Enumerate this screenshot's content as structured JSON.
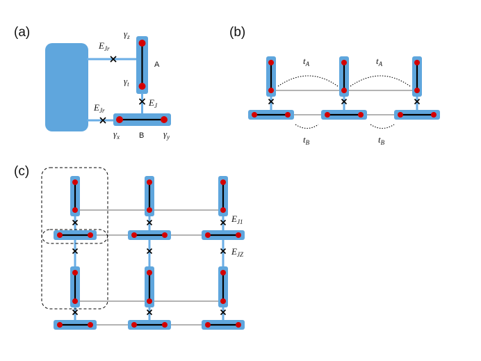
{
  "panels": {
    "a": "(a)",
    "b": "(b)",
    "c": "(c)"
  },
  "panel_a": {
    "coupling_top": {
      "main": "E",
      "sub": "Jr"
    },
    "coupling_bottom": {
      "main": "E",
      "sub": "Jr"
    },
    "coupling_mid": {
      "main": "E",
      "sub": "J"
    },
    "gamma_z": {
      "main": "γ",
      "sub": "z"
    },
    "gamma_t": {
      "main": "γ",
      "sub": "t"
    },
    "gamma_x": {
      "main": "γ",
      "sub": "x"
    },
    "gamma_y": {
      "main": "γ",
      "sub": "y"
    },
    "wire_a_label": "A",
    "wire_b_label": "B"
  },
  "panel_b": {
    "hop_a_left": {
      "main": "t",
      "sub": "A"
    },
    "hop_a_right": {
      "main": "t",
      "sub": "A"
    },
    "hop_b_left": {
      "main": "t",
      "sub": "B"
    },
    "hop_b_right": {
      "main": "t",
      "sub": "B"
    }
  },
  "panel_c": {
    "coupling_1": {
      "main": "E",
      "sub": "J1"
    },
    "coupling_z": {
      "main": "E",
      "sub": "JZ"
    }
  },
  "colors": {
    "rail": "#5fa6dd",
    "majorana": "#d40000",
    "wire": "#000000"
  }
}
